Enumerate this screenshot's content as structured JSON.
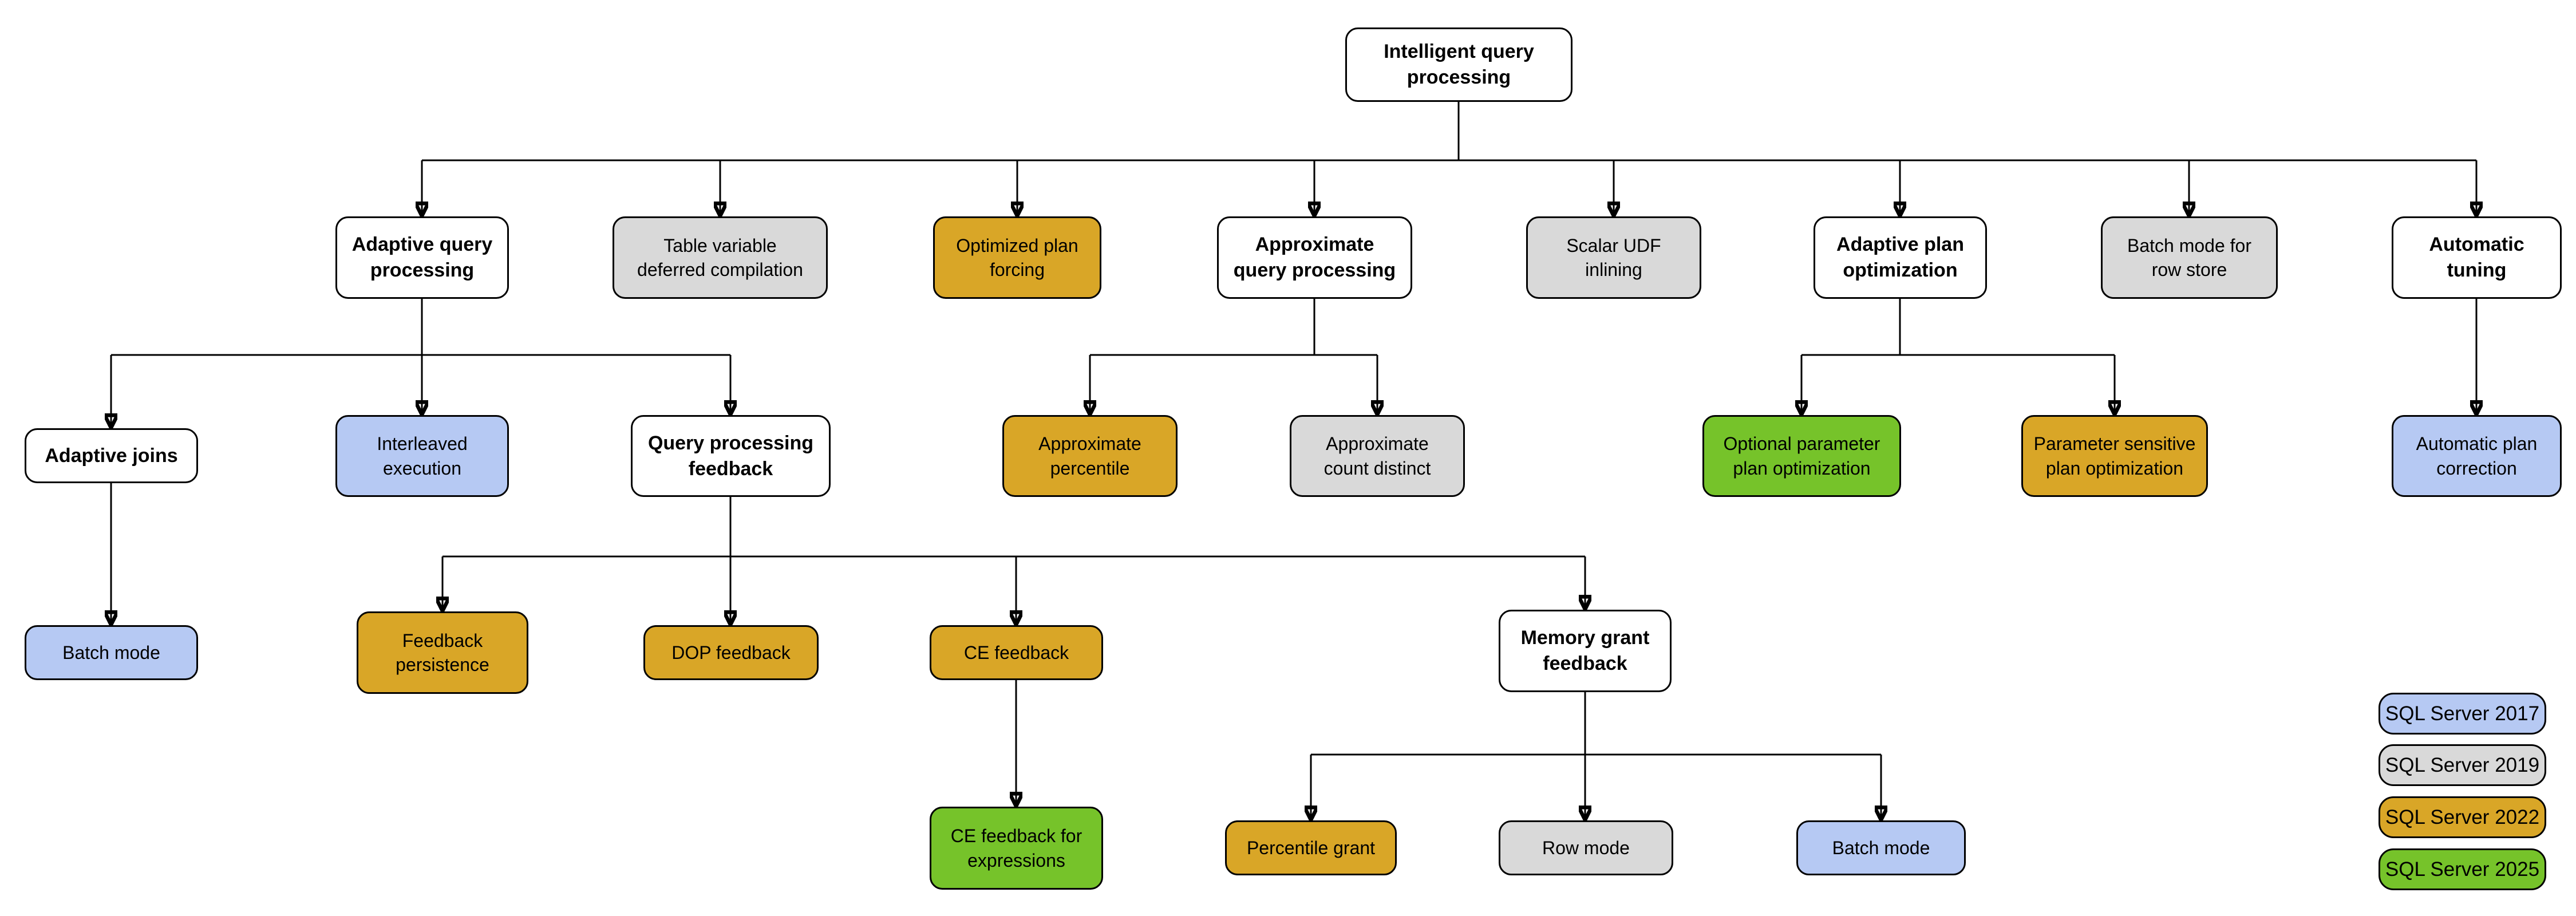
{
  "diagram": {
    "title": "Intelligent query processing",
    "nodes": [
      {
        "id": "intelligent-query-processing",
        "label": "Intelligent query\nprocessing",
        "type": "category"
      },
      {
        "id": "adaptive-query-processing",
        "label": "Adaptive query\nprocessing",
        "type": "category"
      },
      {
        "id": "table-variable-deferred-compilation",
        "label": "Table variable\ndeferred compilation",
        "type": "version",
        "version": "SQL Server 2019"
      },
      {
        "id": "optimized-plan-forcing",
        "label": "Optimized plan\nforcing",
        "type": "version",
        "version": "SQL Server 2022"
      },
      {
        "id": "approximate-query-processing",
        "label": "Approximate\nquery processing",
        "type": "category"
      },
      {
        "id": "scalar-udf-inlining",
        "label": "Scalar UDF\ninlining",
        "type": "version",
        "version": "SQL Server 2019"
      },
      {
        "id": "adaptive-plan-optimization",
        "label": "Adaptive plan\noptimization",
        "type": "category"
      },
      {
        "id": "batch-mode-for-row-store",
        "label": "Batch mode for\nrow store",
        "type": "version",
        "version": "SQL Server 2019"
      },
      {
        "id": "automatic-tuning",
        "label": "Automatic\ntuning",
        "type": "category"
      },
      {
        "id": "adaptive-joins",
        "label": "Adaptive joins",
        "type": "category"
      },
      {
        "id": "interleaved-execution",
        "label": "Interleaved\nexecution",
        "type": "version",
        "version": "SQL Server 2017"
      },
      {
        "id": "query-processing-feedback",
        "label": "Query processing\nfeedback",
        "type": "category"
      },
      {
        "id": "approximate-percentile",
        "label": "Approximate\npercentile",
        "type": "version",
        "version": "SQL Server 2022"
      },
      {
        "id": "approximate-count-distinct",
        "label": "Approximate\ncount distinct",
        "type": "version",
        "version": "SQL Server 2019"
      },
      {
        "id": "optional-parameter-plan-optimization",
        "label": "Optional parameter\nplan optimization",
        "type": "version",
        "version": "SQL Server 2025"
      },
      {
        "id": "parameter-sensitive-plan-optimization",
        "label": "Parameter sensitive\nplan optimization",
        "type": "version",
        "version": "SQL Server 2022"
      },
      {
        "id": "automatic-plan-correction",
        "label": "Automatic plan\ncorrection",
        "type": "version",
        "version": "SQL Server 2017"
      },
      {
        "id": "batch-mode-adaptive-joins",
        "label": "Batch mode",
        "type": "version",
        "version": "SQL Server 2017"
      },
      {
        "id": "feedback-persistence",
        "label": "Feedback\npersistence",
        "type": "version",
        "version": "SQL Server 2022"
      },
      {
        "id": "dop-feedback",
        "label": "DOP feedback",
        "type": "version",
        "version": "SQL Server 2022"
      },
      {
        "id": "ce-feedback",
        "label": "CE feedback",
        "type": "version",
        "version": "SQL Server 2022"
      },
      {
        "id": "memory-grant-feedback",
        "label": "Memory grant\nfeedback",
        "type": "category"
      },
      {
        "id": "ce-feedback-for-expressions",
        "label": "CE feedback for\nexpressions",
        "type": "version",
        "version": "SQL Server 2025"
      },
      {
        "id": "percentile-grant",
        "label": "Percentile grant",
        "type": "version",
        "version": "SQL Server 2022"
      },
      {
        "id": "row-mode",
        "label": "Row mode",
        "type": "version",
        "version": "SQL Server 2019"
      },
      {
        "id": "batch-mode-memory-grant",
        "label": "Batch mode",
        "type": "version",
        "version": "SQL Server 2017"
      }
    ],
    "edges": [
      [
        "intelligent-query-processing",
        "adaptive-query-processing"
      ],
      [
        "intelligent-query-processing",
        "table-variable-deferred-compilation"
      ],
      [
        "intelligent-query-processing",
        "optimized-plan-forcing"
      ],
      [
        "intelligent-query-processing",
        "approximate-query-processing"
      ],
      [
        "intelligent-query-processing",
        "scalar-udf-inlining"
      ],
      [
        "intelligent-query-processing",
        "adaptive-plan-optimization"
      ],
      [
        "intelligent-query-processing",
        "batch-mode-for-row-store"
      ],
      [
        "intelligent-query-processing",
        "automatic-tuning"
      ],
      [
        "adaptive-query-processing",
        "adaptive-joins"
      ],
      [
        "adaptive-query-processing",
        "interleaved-execution"
      ],
      [
        "adaptive-query-processing",
        "query-processing-feedback"
      ],
      [
        "approximate-query-processing",
        "approximate-percentile"
      ],
      [
        "approximate-query-processing",
        "approximate-count-distinct"
      ],
      [
        "adaptive-plan-optimization",
        "optional-parameter-plan-optimization"
      ],
      [
        "adaptive-plan-optimization",
        "parameter-sensitive-plan-optimization"
      ],
      [
        "automatic-tuning",
        "automatic-plan-correction"
      ],
      [
        "adaptive-joins",
        "batch-mode-adaptive-joins"
      ],
      [
        "query-processing-feedback",
        "feedback-persistence"
      ],
      [
        "query-processing-feedback",
        "dop-feedback"
      ],
      [
        "query-processing-feedback",
        "ce-feedback"
      ],
      [
        "query-processing-feedback",
        "memory-grant-feedback"
      ],
      [
        "ce-feedback",
        "ce-feedback-for-expressions"
      ],
      [
        "memory-grant-feedback",
        "percentile-grant"
      ],
      [
        "memory-grant-feedback",
        "row-mode"
      ],
      [
        "memory-grant-feedback",
        "batch-mode-memory-grant"
      ]
    ]
  },
  "palette": {
    "category_fill": "#ffffff",
    "sql_server_2017": "#b6c9f3",
    "sql_server_2019": "#d9d9d9",
    "sql_server_2022": "#d9a627",
    "sql_server_2025": "#76c32a",
    "border": "#000000"
  },
  "legend": {
    "items": [
      {
        "label": "SQL Server 2017",
        "color": "#b6c9f3"
      },
      {
        "label": "SQL Server 2019",
        "color": "#d9d9d9"
      },
      {
        "label": "SQL Server 2022",
        "color": "#d9a627"
      },
      {
        "label": "SQL Server 2025",
        "color": "#76c32a"
      }
    ]
  }
}
